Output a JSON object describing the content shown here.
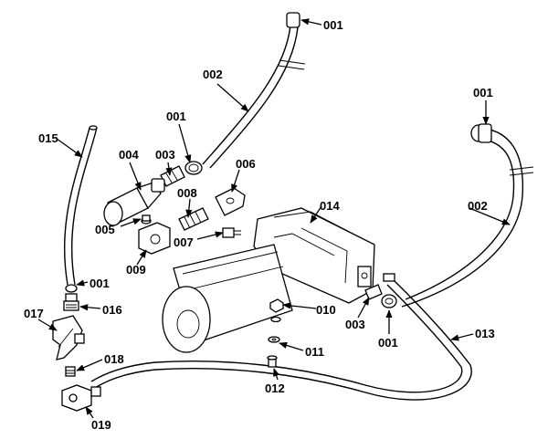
{
  "labels": {
    "l001_top": "001",
    "l002_top": "002",
    "l001_a": "001",
    "l003_a": "003",
    "l004": "004",
    "l015": "015",
    "l006": "006",
    "l008": "008",
    "l014": "014",
    "l005": "005",
    "l007": "007",
    "l009": "009",
    "l001_right": "001",
    "l002_right": "002",
    "l001_left": "001",
    "l016": "016",
    "l017": "017",
    "l010": "010",
    "l003_b": "003",
    "l001_b": "001",
    "l011": "011",
    "l013": "013",
    "l018": "018",
    "l012": "012",
    "l019": "019"
  }
}
